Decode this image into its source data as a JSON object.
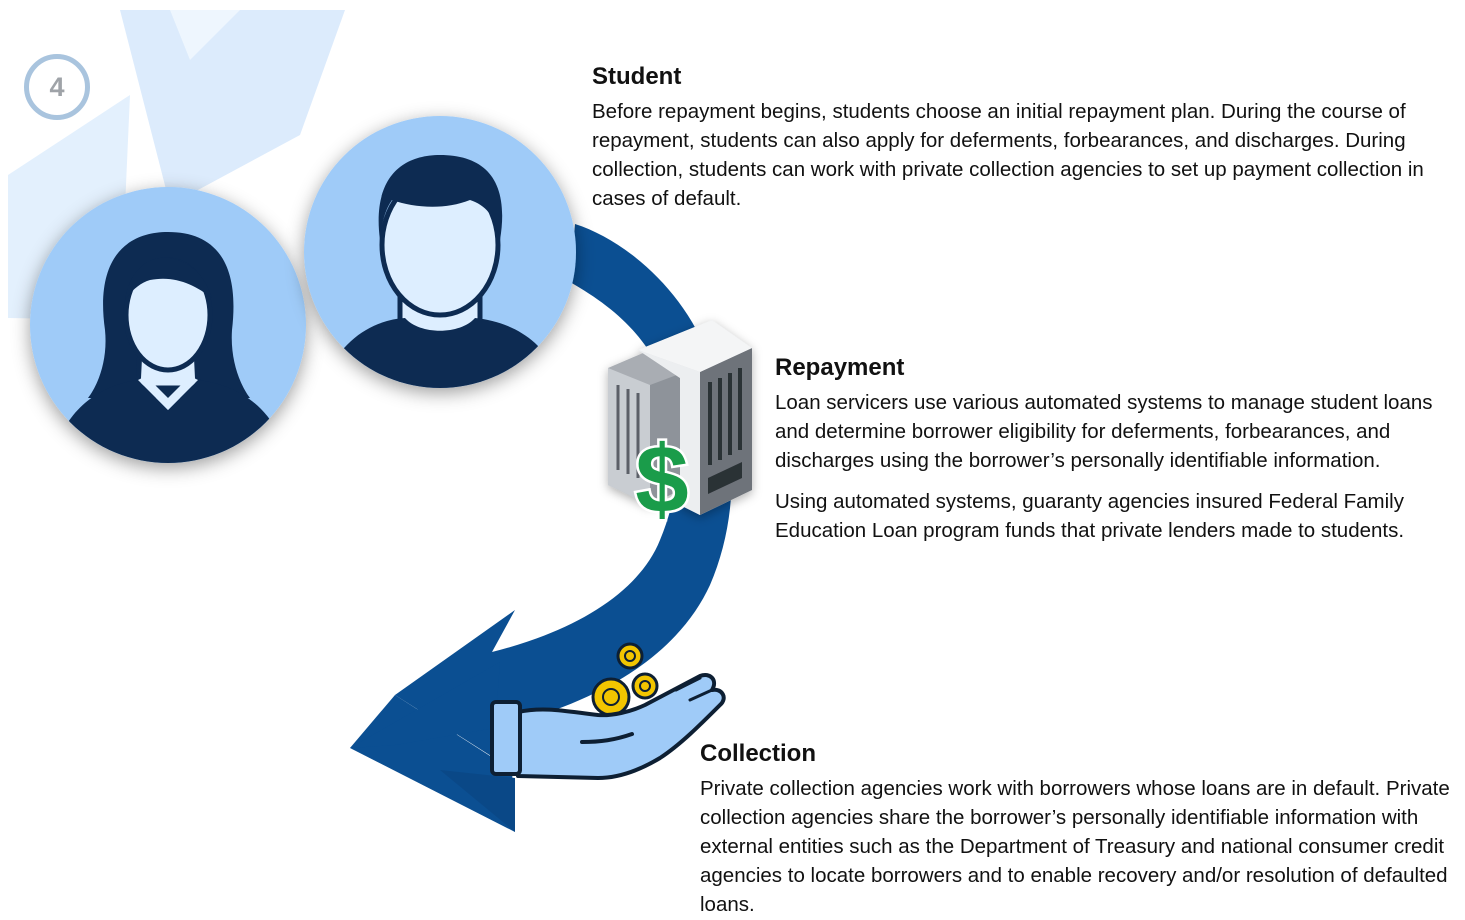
{
  "step": {
    "number": "4"
  },
  "student": {
    "heading": "Student",
    "text": "Before repayment begins, students choose an initial repayment plan. During the course of repayment, students can also apply for deferments, forbearances, and discharges. During collection, students can work with private collection agencies to set up payment collection in cases of default."
  },
  "repayment": {
    "heading": "Repayment",
    "paragraphs": [
      "Loan servicers use various automated systems to manage student loans and determine borrower eligibility for deferments, forbearances, and discharges using the borrower’s personally identifiable information.",
      "Using automated systems, guaranty agencies insured Federal Family Education Loan program funds that private lenders made to students."
    ]
  },
  "collection": {
    "heading": "Collection",
    "text": "Private collection agencies work with borrowers whose loans are in default. Private collection agencies share the borrower’s personally identifiable information with external entities such as the Department of Treasury and national consumer credit agencies to locate borrowers and to enable recovery and/or resolution of defaulted loans."
  },
  "icons": {
    "students": [
      "female-student-icon",
      "male-student-icon"
    ],
    "repayment": "bank-building-icon",
    "money": "dollar-sign-icon",
    "collection": "hand-with-coins-icon",
    "flow": "curved-flow-arrow"
  },
  "colors": {
    "arrow": "#0b4f92",
    "dark_navy": "#0d2b52",
    "light_blue": "#9fcbf8",
    "pale_blue": "#ddeeff",
    "badge_ring": "#a9c4de",
    "dollar_green": "#1a9c4a",
    "coin_gold": "#f2c500"
  }
}
